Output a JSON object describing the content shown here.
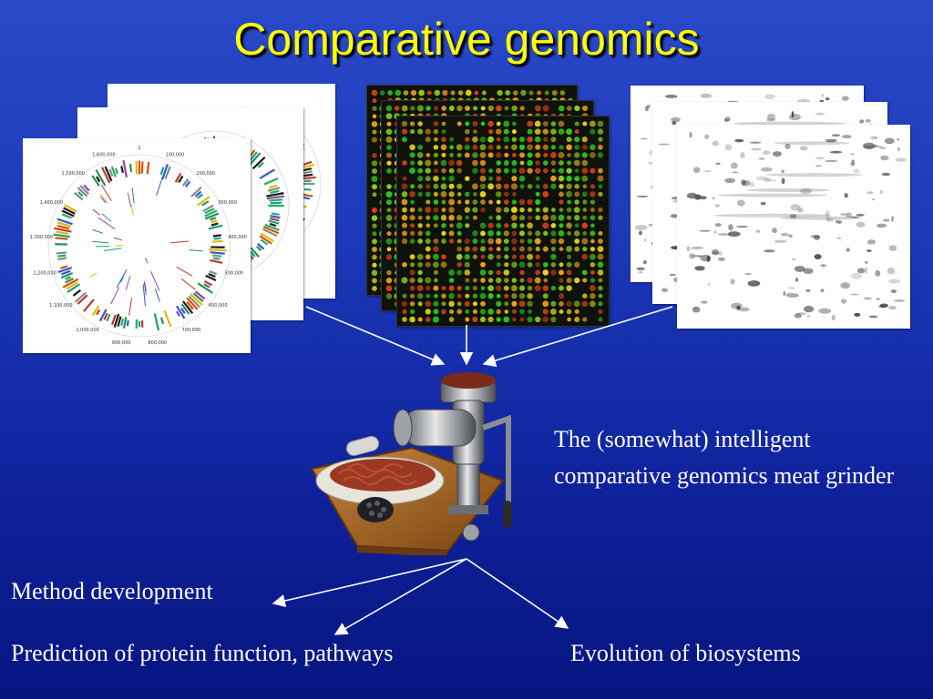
{
  "slide": {
    "title": "Comparative genomics",
    "caption": "The (somewhat) intelligent comparative genomics meat grinder",
    "outputs": {
      "method": "Method development",
      "prediction": "Prediction of protein function, pathways",
      "evolution": "Evolution of biosystems"
    }
  },
  "genome_map": {
    "tick_labels": [
      "1",
      "100,000",
      "200,000",
      "300,000",
      "400,000",
      "500,000",
      "600,000",
      "700,000",
      "800,000",
      "900,000",
      "1,000,000",
      "1,100,000",
      "1,200,000",
      "1,300,000",
      "1,400,000",
      "1,500,000",
      "1,600,000"
    ]
  },
  "colors": {
    "title": "#ffff00",
    "text": "#ffffff",
    "background": "#1b38b8",
    "array_green": "#2ecc1e",
    "array_yellow": "#e8d81a",
    "array_red": "#d8401a"
  }
}
